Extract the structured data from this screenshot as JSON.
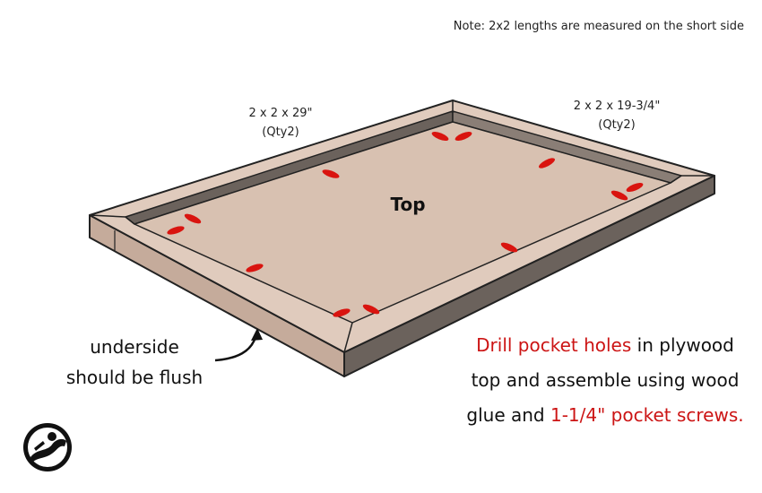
{
  "note": "Note: 2x2 lengths are measured on the short side",
  "labels": {
    "left_dim": "2 x 2 x 29\"",
    "left_qty": "(Qty2)",
    "right_dim": "2 x 2 x 19-3/4\"",
    "right_qty": "(Qty2)",
    "top": "Top",
    "underside_line1": "underside",
    "underside_line2": "should be flush"
  },
  "instructions": {
    "part1_red": "Drill pocket holes",
    "part2": " in plywood top and assemble using wood glue and ",
    "part3_red": "1-1/4\" pocket screws."
  },
  "icons": {
    "logo": "woodworker-logo-icon",
    "arrow": "curved-arrow-icon",
    "pocket_hole": "pocket-hole-marker"
  },
  "colors": {
    "plywood": "#d8c1b1",
    "frame_top": "#e0cbbd",
    "frame_side": "#c5ab9b",
    "frame_dark": "#6b625c",
    "pocket_hole": "#d9140f",
    "highlight_text": "#cc1414"
  }
}
